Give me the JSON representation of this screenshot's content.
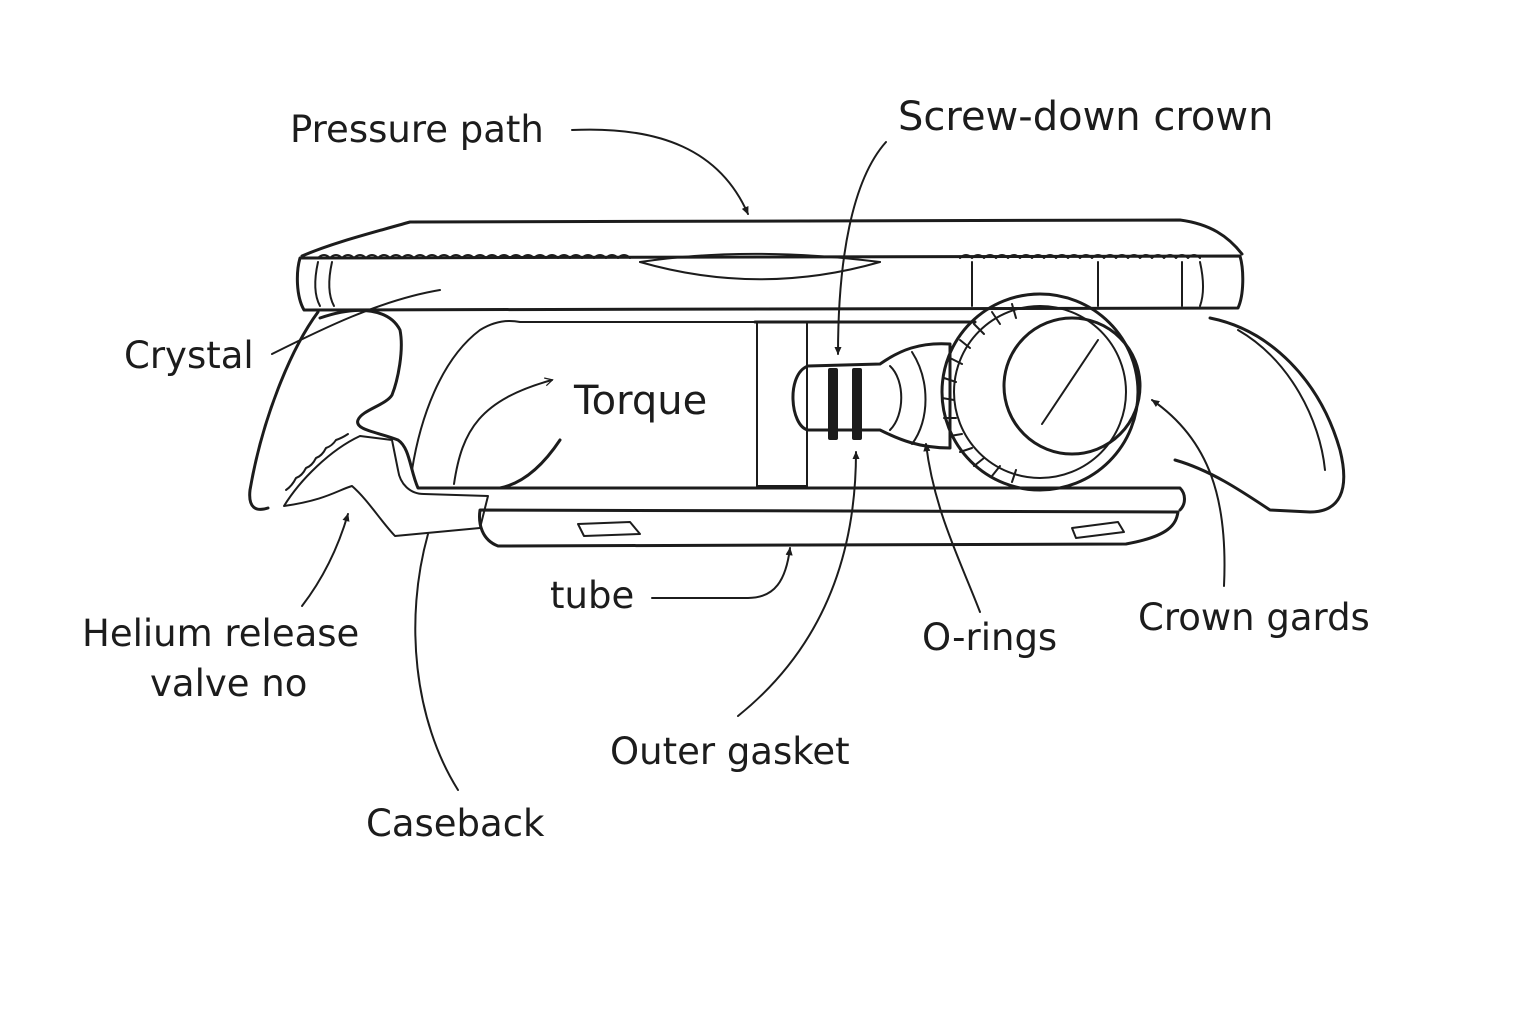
{
  "labels": {
    "pressure_path": "Pressure path",
    "screw_down_crown": "Screw-down crown",
    "crystal": "Crystal",
    "torque": "Torque",
    "helium_line1": "Helium release",
    "helium_line2": "valve no",
    "tube": "tube",
    "o_rings": "O-rings",
    "crown_guards": "Crown gards",
    "outer_gasket": "Outer gasket",
    "caseback": "Caseback"
  },
  "colors": {
    "ink": "#1c1c1c",
    "background": "#ffffff"
  }
}
